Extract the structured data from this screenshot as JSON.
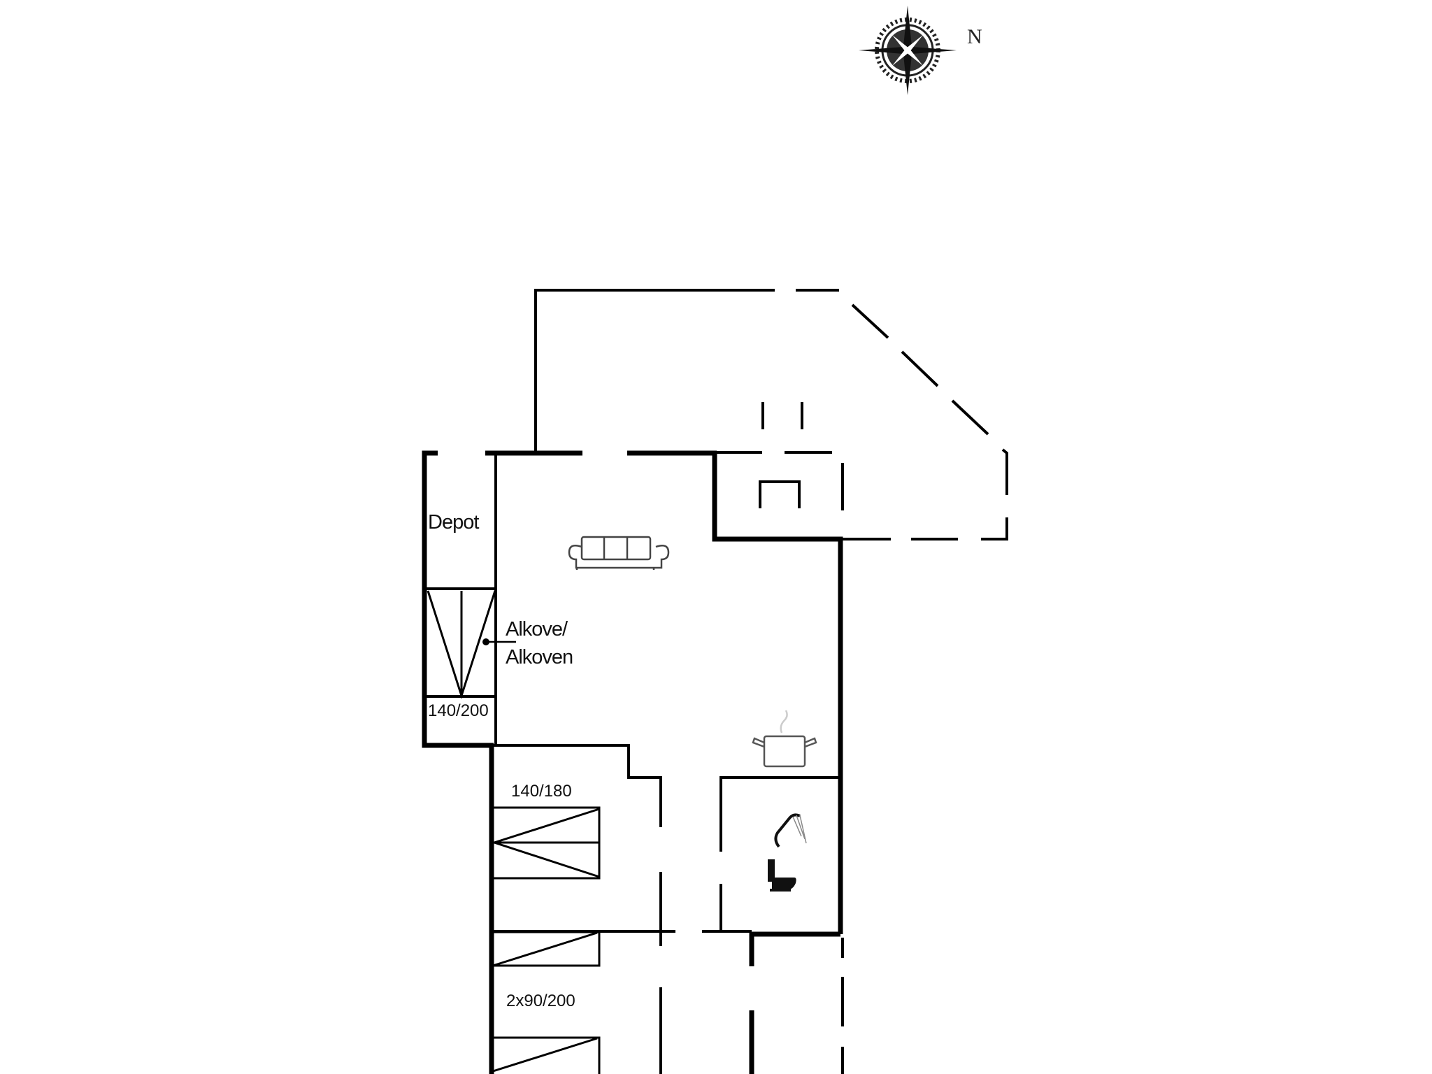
{
  "compass": {
    "label": "N"
  },
  "rooms": {
    "depot": "Depot",
    "alcove_line1": "Alkove/",
    "alcove_line2": "Alkoven"
  },
  "beds": {
    "alcove_bed": "140/200",
    "bedroom1": "140/180",
    "bedroom2": "2x90/200"
  },
  "icons": [
    "compass-rose-icon",
    "sofa-icon",
    "cooking-pot-icon",
    "shower-icon",
    "toilet-icon"
  ],
  "colors": {
    "wall": "#000000",
    "background": "#ffffff"
  }
}
